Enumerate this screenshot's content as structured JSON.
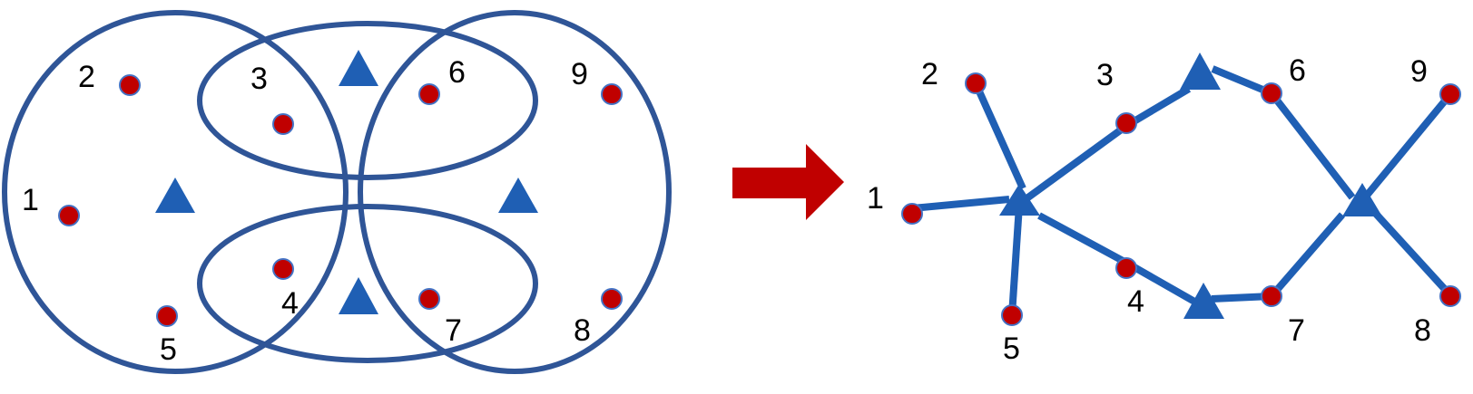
{
  "colors": {
    "outline": "#2F5597",
    "triangle": "#1F5FB4",
    "node_fill": "#C00000",
    "node_stroke": "#4472C4",
    "edge": "#1F5FB4",
    "arrow": "#C00000"
  },
  "left_panel": {
    "labels": [
      "1",
      "2",
      "3",
      "4",
      "5",
      "6",
      "7",
      "8",
      "9"
    ]
  },
  "right_panel": {
    "labels": [
      "1",
      "2",
      "3",
      "4",
      "5",
      "6",
      "7",
      "8",
      "9"
    ]
  }
}
